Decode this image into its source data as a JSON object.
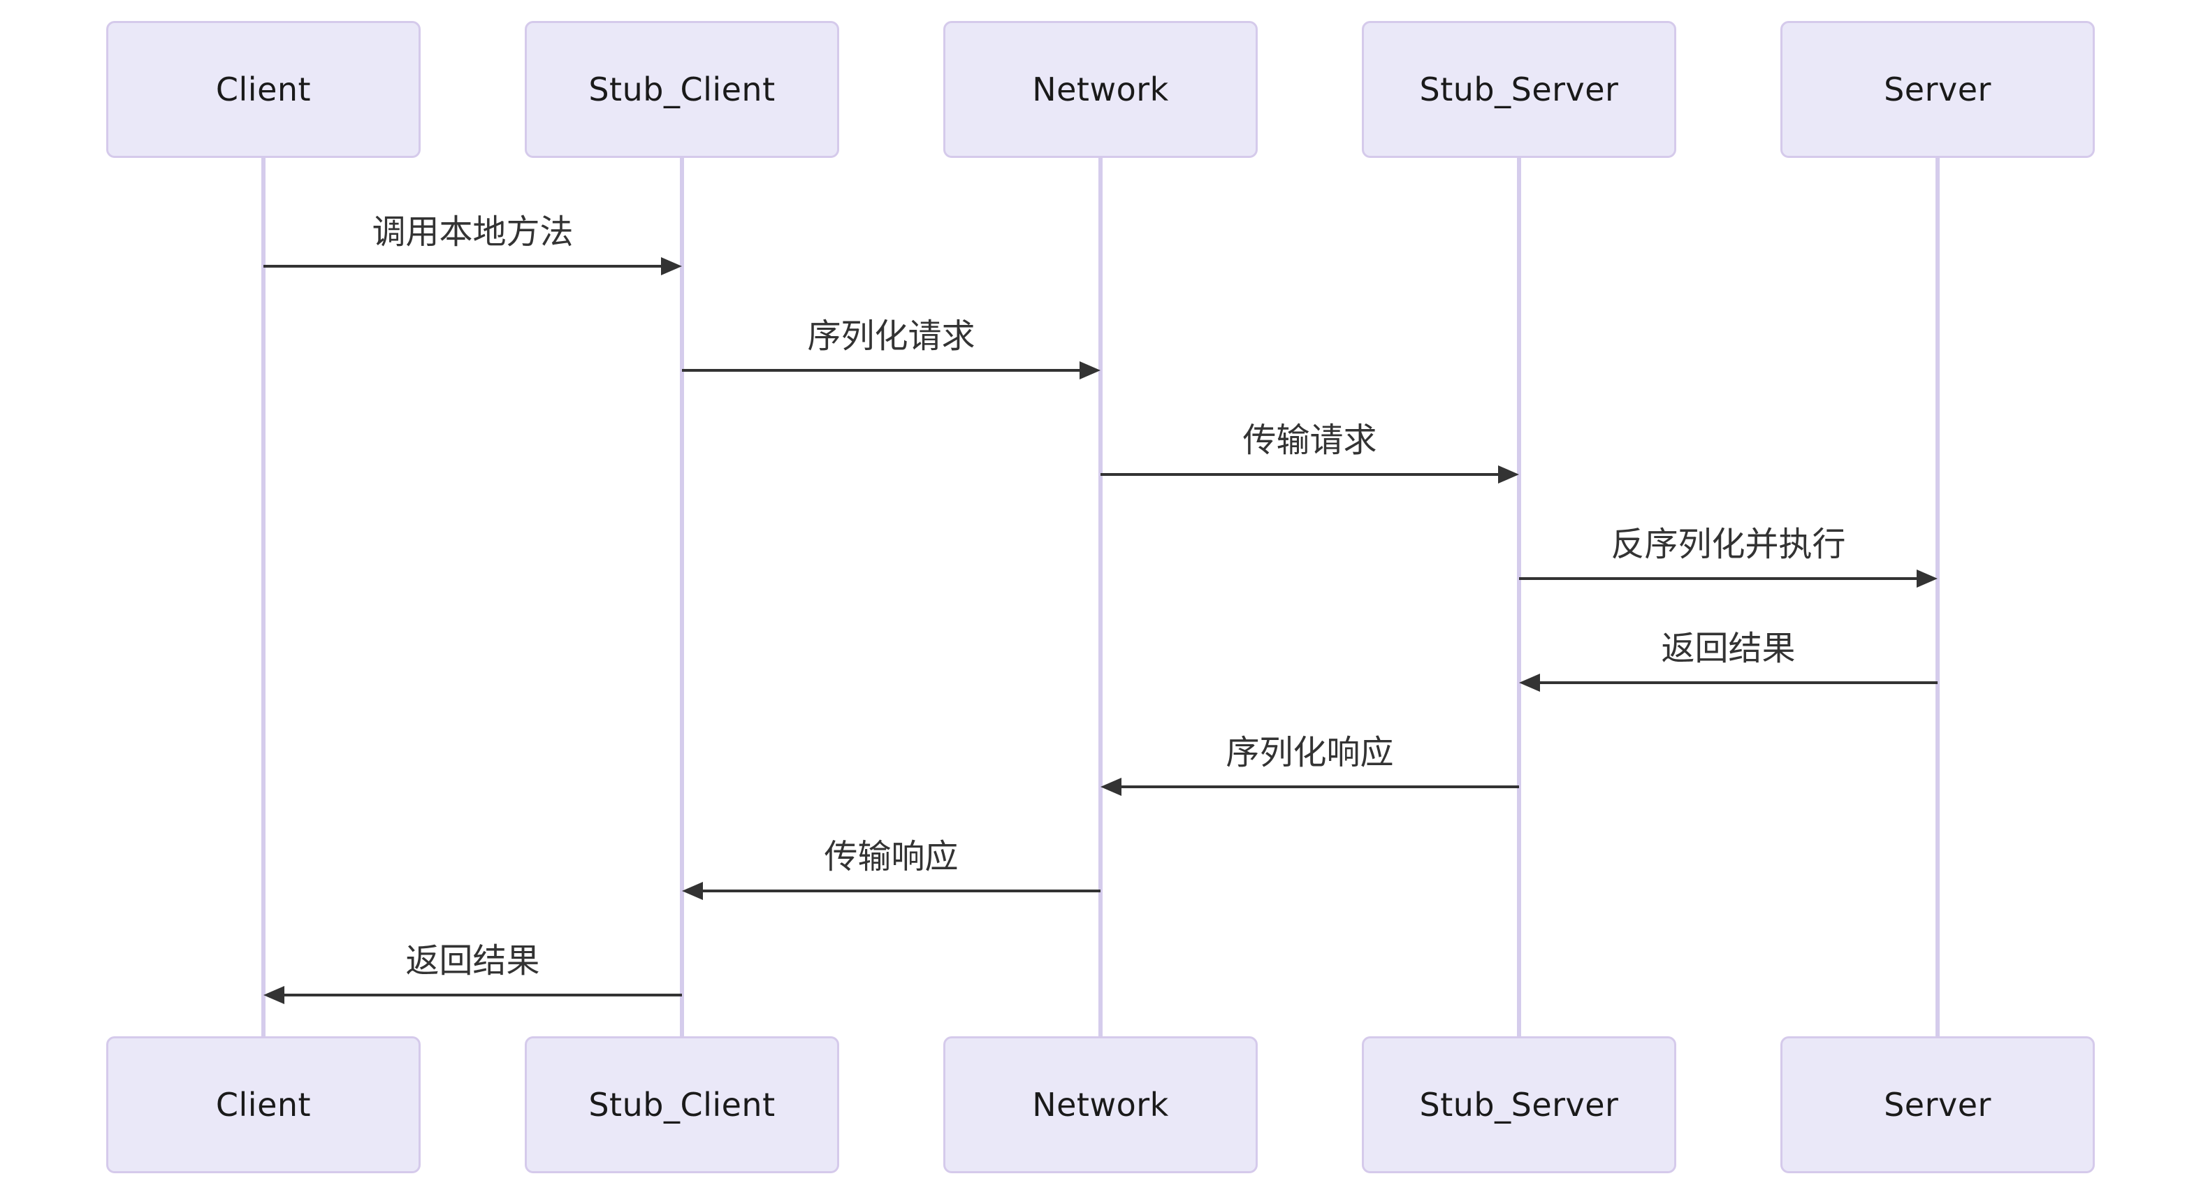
{
  "diagram": {
    "type": "sequence",
    "participants": [
      {
        "id": "client",
        "label": "Client"
      },
      {
        "id": "stub-client",
        "label": "Stub_Client"
      },
      {
        "id": "network",
        "label": "Network"
      },
      {
        "id": "stub-server",
        "label": "Stub_Server"
      },
      {
        "id": "server",
        "label": "Server"
      }
    ],
    "messages": [
      {
        "text": "调用本地方法",
        "from": 0,
        "to": 1,
        "direction": "right"
      },
      {
        "text": "序列化请求",
        "from": 1,
        "to": 2,
        "direction": "right"
      },
      {
        "text": "传输请求",
        "from": 2,
        "to": 3,
        "direction": "right"
      },
      {
        "text": "反序列化并执行",
        "from": 3,
        "to": 4,
        "direction": "right"
      },
      {
        "text": "返回结果",
        "from": 4,
        "to": 3,
        "direction": "left"
      },
      {
        "text": "序列化响应",
        "from": 3,
        "to": 2,
        "direction": "left"
      },
      {
        "text": "传输响应",
        "from": 2,
        "to": 1,
        "direction": "left"
      },
      {
        "text": "返回结果",
        "from": 1,
        "to": 0,
        "direction": "left"
      }
    ],
    "colors": {
      "actor_fill": "#EAE8F8",
      "actor_border": "#D5CAEB",
      "lifeline": "#D5CCEC",
      "arrow": "#333333",
      "message_text": "#333333",
      "actor_text": "#1a1a1a",
      "background": "#ffffff"
    }
  }
}
